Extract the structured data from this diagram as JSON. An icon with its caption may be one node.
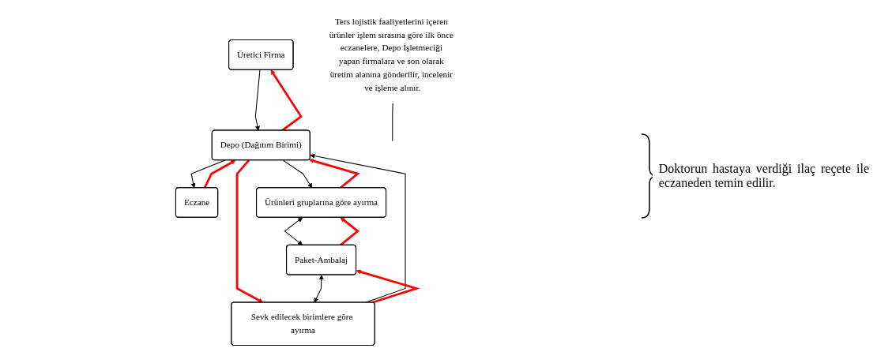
{
  "diagram": {
    "nodes": [
      {
        "text": [
          "Üretici Firma"
        ]
      },
      {
        "text": [
          "Depo (Dağıtım Birimi)"
        ]
      },
      {
        "text": [
          "Eczane"
        ]
      },
      {
        "text": [
          "Ürünleri gruplarına göre ayırma"
        ]
      },
      {
        "text": [
          "Paket-Ambalaj"
        ]
      },
      {
        "text": [
          "Sevk edilecek birimlere göre ayırma"
        ]
      },
      {
        "text": [
          "Ters lojistik faaliyetlerini içeren ürünler işlem sırasına göre ilk önce eczanelere, Depo İşletmeciği yapan firmalara ve son olarak üretim alanına gönderilir, incelenir ve işleme alınır."
        ]
      }
    ],
    "edges": [
      {
        "from": 0,
        "to": 1,
        "arrow": "to"
      },
      {
        "from": 1,
        "to": 0,
        "arrow": "to",
        "style": "thick",
        "color": "#ff0000"
      },
      {
        "from": 2,
        "to": 1,
        "arrow": "to",
        "style": "thick",
        "color": "#ff0000"
      },
      {
        "from": 1,
        "to": 2,
        "arrow": "to"
      },
      {
        "from": 1,
        "to": 3,
        "arrow": "to"
      },
      {
        "from": 3,
        "to": 1,
        "arrow": "to",
        "style": "thick",
        "color": "#ff0000"
      },
      {
        "from": 1,
        "to": 5,
        "arrow": "to",
        "style": "thick",
        "color": "#ff0000"
      },
      {
        "from": 5,
        "to": 1,
        "arrow": "to"
      },
      {
        "from": 3,
        "to": 4,
        "arrow": "both"
      },
      {
        "from": 4,
        "to": 3,
        "arrow": "to",
        "style": "thick",
        "color": "#ff0000"
      },
      {
        "from": 4,
        "to": 5,
        "arrow": "both"
      },
      {
        "from": 5,
        "to": 4,
        "arrow": "to",
        "style": "thick",
        "color": "#ff0000"
      },
      {
        "from": 6,
        "to": null,
        "arrow": "none"
      }
    ],
    "labels": [
      "Doktorun hastaya verdiği ilaç reçete ile eczaneden temin edilir."
    ]
  }
}
